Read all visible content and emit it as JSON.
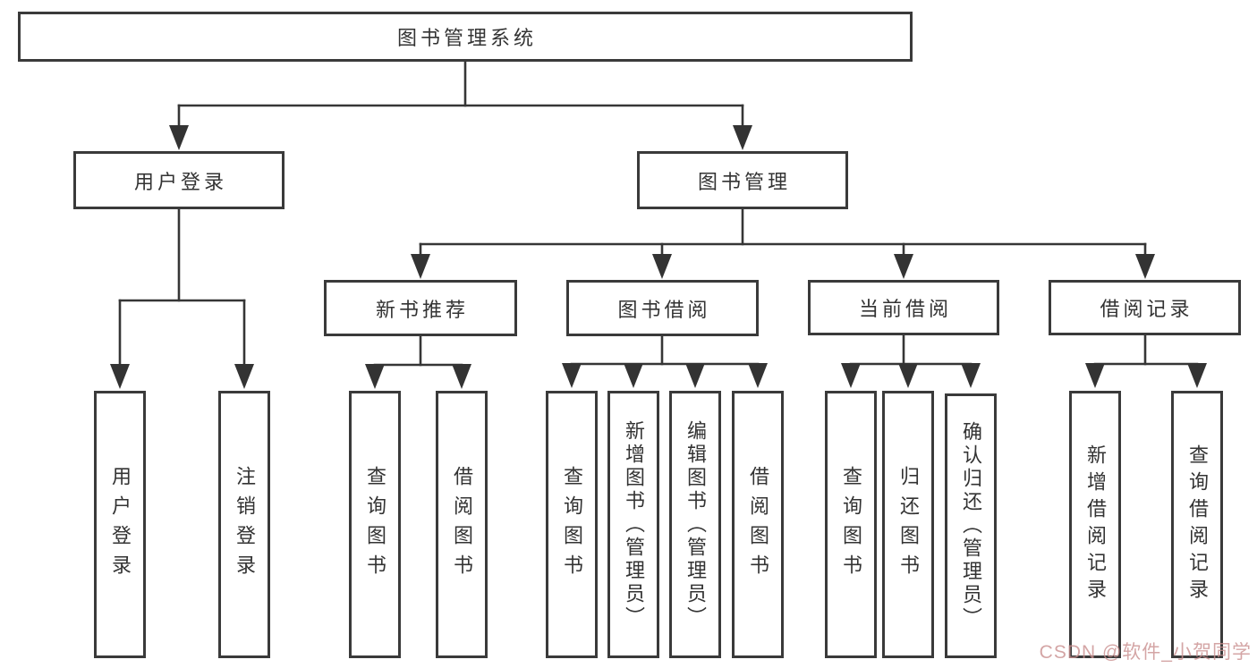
{
  "diagram": {
    "title": "图书管理系统",
    "root": {
      "label": "图书管理系统"
    },
    "level2": [
      {
        "id": "user-login",
        "label": "用户登录"
      },
      {
        "id": "book-management",
        "label": "图书管理"
      }
    ],
    "level3": [
      {
        "id": "new-book-recommend",
        "label": "新书推荐"
      },
      {
        "id": "book-borrow",
        "label": "图书借阅"
      },
      {
        "id": "current-borrow",
        "label": "当前借阅"
      },
      {
        "id": "borrow-records",
        "label": "借阅记录"
      }
    ],
    "leaf_groups": {
      "user_login": {
        "items": [
          "用户登录",
          "注销登录"
        ]
      },
      "new_book_recommend": {
        "items": [
          "查询图书",
          "借阅图书"
        ]
      },
      "book_borrow": {
        "items": [
          "查询图书",
          "新增图书（管理员）",
          "编辑图书（管理员）",
          "借阅图书"
        ]
      },
      "current_borrow": {
        "items": [
          "查询图书",
          "归还图书",
          "确认归还（管理员）"
        ]
      },
      "borrow_records": {
        "items": [
          "新增借阅记录",
          "查询借阅记录"
        ]
      }
    },
    "line_color": "#363636",
    "text_color": "#333333",
    "background_color": "#ffffff"
  },
  "watermark": {
    "text": "CSDN @软件_小贺同学"
  }
}
